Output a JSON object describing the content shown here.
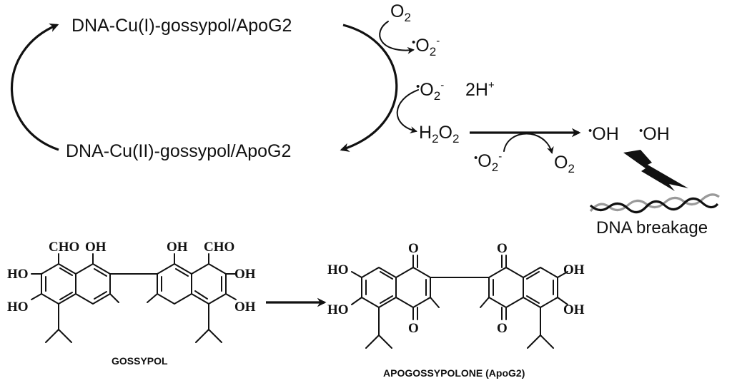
{
  "cycle": {
    "complex_cu1": "DNA-Cu(I)-gossypol/ApoG2",
    "complex_cu2": "DNA-Cu(II)-gossypol/ApoG2"
  },
  "species": {
    "oxygen": "O",
    "oxygen_sub": "2",
    "superoxide_dot": "•",
    "superoxide": "O",
    "superoxide_sub": "2",
    "superoxide_sup": "-",
    "protons": "2H",
    "protons_sup": "+",
    "h": "H",
    "h_sub": "2",
    "o": "O",
    "o_sub": "2",
    "hydroxyl_dot": "•",
    "hydroxyl": "OH"
  },
  "outcome": {
    "dna_breakage": "DNA breakage"
  },
  "structures": {
    "gossypol_name": "GOSSYPOL",
    "apog2_name": "APOGOSSYPOLONE (ApoG2)",
    "cho": "CHO",
    "oh": "OH",
    "ho": "HO",
    "o": "O"
  },
  "colors": {
    "ink": "#111111",
    "dna_strand_2": "#9a9a9a",
    "background": "#ffffff"
  },
  "icons": [
    "lightning-bolt-icon",
    "dna-double-helix-icon"
  ]
}
